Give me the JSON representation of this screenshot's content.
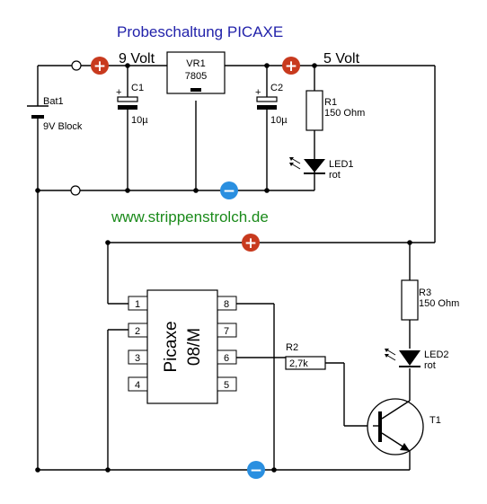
{
  "title": "Probeschaltung PICAXE",
  "website": "www.strippenstrolch.de",
  "rails": {
    "v9": "9 Volt",
    "v5": "5 Volt"
  },
  "colors": {
    "title": "#2222aa",
    "website": "#1a8a1a",
    "plus_marker": "#c83a1e",
    "minus_marker": "#2a8fe0"
  },
  "markers": {
    "plus": "+",
    "minus": "−"
  },
  "battery": {
    "name": "Bat1",
    "type": "9V Block"
  },
  "regulator": {
    "name": "VR1",
    "part": "7805"
  },
  "capacitors": {
    "c1": {
      "name": "C1",
      "value": "10µ"
    },
    "c2": {
      "name": "C2",
      "value": "10µ"
    }
  },
  "resistors": {
    "r1": {
      "name": "R1",
      "value": "150 Ohm"
    },
    "r2": {
      "name": "R2",
      "value": "2,7k"
    },
    "r3": {
      "name": "R3",
      "value": "150 Ohm"
    }
  },
  "leds": {
    "led1": {
      "name": "LED1",
      "color": "rot"
    },
    "led2": {
      "name": "LED2",
      "color": "rot"
    }
  },
  "transistor": {
    "name": "T1"
  },
  "chip": {
    "line1": "Picaxe",
    "line2": "08/M",
    "pins": [
      "1",
      "2",
      "3",
      "4",
      "5",
      "6",
      "7",
      "8"
    ]
  }
}
